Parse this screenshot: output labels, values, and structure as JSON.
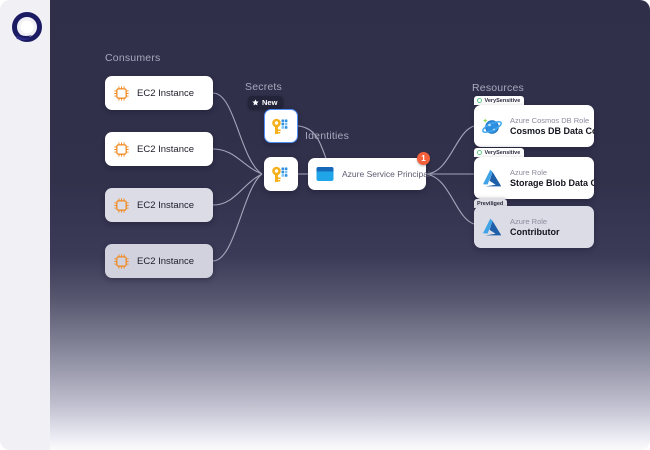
{
  "app": {
    "logo_icon": "quantum-wave-logo-icon",
    "background_top_color": "#2f2f49",
    "background_bottom_color": "#fbfbfd",
    "rail_color": "#f1f0f5"
  },
  "columns": {
    "consumers_label": "Consumers",
    "secrets_label": "Secrets",
    "identities_label": "Identities",
    "resources_label": "Resources"
  },
  "consumers": [
    {
      "label": "EC2 Instance",
      "icon": "chip-icon",
      "state": "normal"
    },
    {
      "label": "EC2 Instance",
      "icon": "chip-icon",
      "state": "normal"
    },
    {
      "label": "EC2 Instance",
      "icon": "chip-icon",
      "state": "dim"
    },
    {
      "label": "EC2 Instance",
      "icon": "chip-icon",
      "state": "dim2"
    }
  ],
  "secrets": [
    {
      "icon": "key-icon",
      "badge": "New",
      "badge_icon": "star-icon",
      "selected": true
    },
    {
      "icon": "key-icon",
      "badge": "",
      "selected": false
    }
  ],
  "identities": [
    {
      "label": "Azure Service Principal",
      "icon": "azure-service-principal-icon",
      "count_badge": "1",
      "count_badge_color": "#f2603c"
    }
  ],
  "resources": [
    {
      "tag": "VerySensitive",
      "tag_icon": "shield-dot-icon",
      "tag_color": "#3bbf6b",
      "sub": "Azure Cosmos DB Role",
      "name": "Cosmos DB Data Con...",
      "icon": "cosmos-db-icon",
      "state": "normal"
    },
    {
      "tag": "VerySensitive",
      "tag_icon": "shield-dot-icon",
      "tag_color": "#3bbf6b",
      "sub": "Azure Role",
      "name": "Storage Blob Data Co...",
      "icon": "azure-role-icon",
      "state": "normal"
    },
    {
      "tag": "Previliged",
      "tag_icon": "",
      "tag_color": "#2a2a3c",
      "sub": "Azure Role",
      "name": "Contributor",
      "icon": "azure-role-icon",
      "state": "dim"
    }
  ]
}
